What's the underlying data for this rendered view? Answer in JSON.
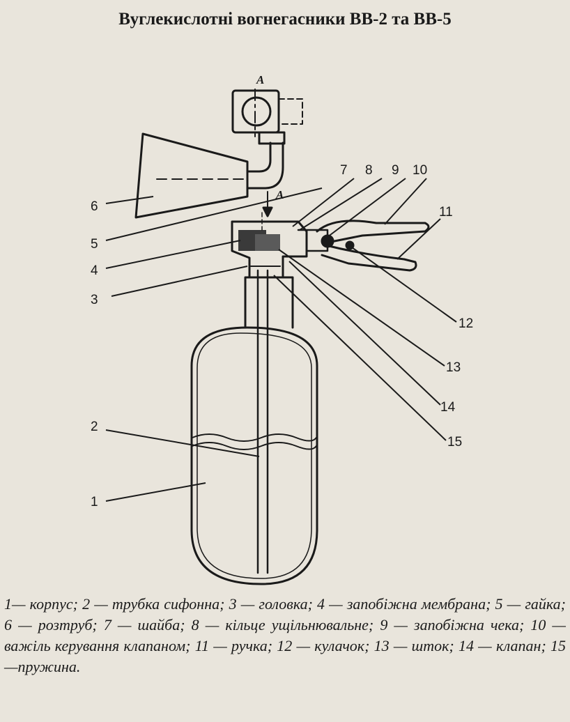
{
  "title": "Вуглекислотні вогнегасники ВВ-2 та ВВ-5",
  "section_label": "А",
  "labels": [
    "1",
    "2",
    "3",
    "4",
    "5",
    "6",
    "7",
    "8",
    "9",
    "10",
    "11",
    "12",
    "13",
    "14",
    "15"
  ],
  "caption": "1— корпус; 2 — трубка сифонна; 3 — головка; 4 — запобіжна мембрана; 5 — гайка; 6 — розтруб; 7 — шайба; 8 — кільце ущільнювальне; 9 — запобіжна чека; 10 — важіль керування клапаном; 11 — ручка; 12 — кулачок; 13 — шток; 14 — клапан; 15 —пружина."
}
